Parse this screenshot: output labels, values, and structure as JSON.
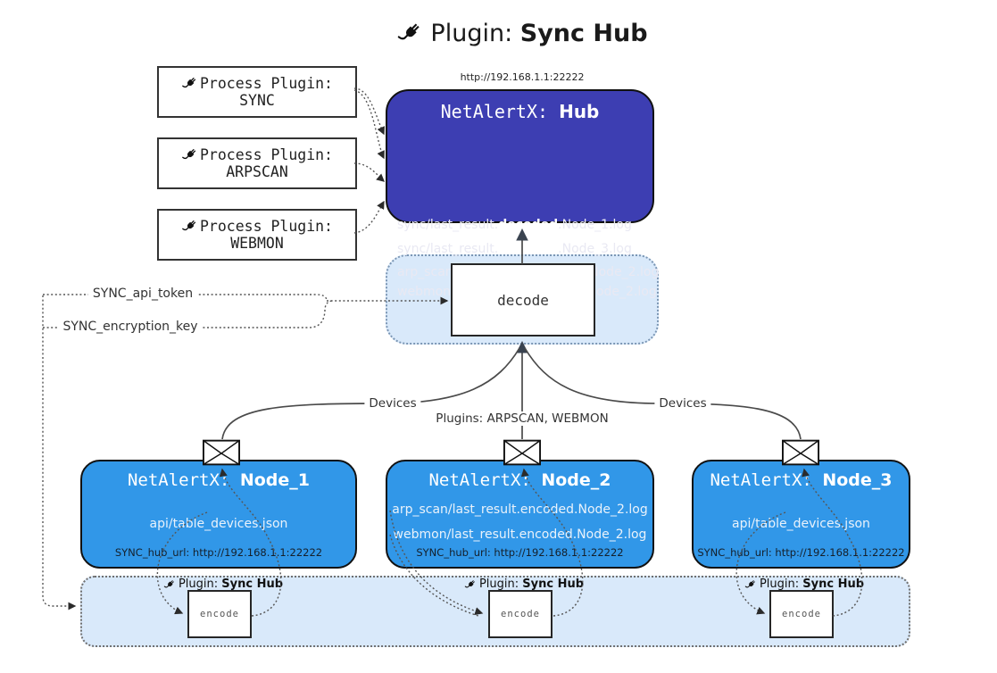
{
  "title": {
    "icon": "plug-icon",
    "pre": "Plugin: ",
    "bold": "Sync Hub"
  },
  "process_plugins": [
    {
      "label": "Process Plugin:",
      "name": "SYNC"
    },
    {
      "label": "Process Plugin:",
      "name": "ARPSCAN"
    },
    {
      "label": "Process Plugin:",
      "name": "WEBMON"
    }
  ],
  "hub": {
    "url": "http://192.168.1.1:22222",
    "title_pre": "NetAlertX: ",
    "title_bold": "Hub",
    "lines": [
      {
        "pre": "sync/last_result.",
        "bold": "decoded",
        "post": ".Node_1.log"
      },
      {
        "pre": "sync/last_result.",
        "bold": "decoded",
        "post": ".Node_3.log"
      },
      {
        "pre": "arp_scan/last_result.",
        "bold": "decoded",
        "post": ".Node_2.log"
      },
      {
        "pre": "webmon/last_result.",
        "bold": "decoded",
        "post": ".Node_2.log"
      }
    ]
  },
  "decode": {
    "label": "decode"
  },
  "config": {
    "api_token": "SYNC_api_token",
    "encryption_key": "SYNC_encryption_key"
  },
  "edges": {
    "devices_left": "Devices",
    "devices_right": "Devices",
    "plugins_center": "Plugins: ARPSCAN, WEBMON"
  },
  "nodes": [
    {
      "title_pre": "NetAlertX: ",
      "title_bold": "Node_1",
      "files": [
        "api/table_devices.json"
      ],
      "hub_url": "SYNC_hub_url: http://192.168.1.1:22222"
    },
    {
      "title_pre": "NetAlertX: ",
      "title_bold": "Node_2",
      "files": [
        "arp_scan/last_result.encoded.Node_2.log",
        "webmon/last_result.encoded.Node_2.log"
      ],
      "hub_url": "SYNC_hub_url: http://192.168.1.1:22222"
    },
    {
      "title_pre": "NetAlertX: ",
      "title_bold": "Node_3",
      "files": [
        "api/table_devices.json"
      ],
      "hub_url": "SYNC_hub_url: http://192.168.1.1:22222"
    }
  ],
  "encode_band": {
    "plugin_label_pre": "Plugin: ",
    "plugin_label_bold": "Sync Hub",
    "encode_label": "encode"
  },
  "icons": {
    "plug": "plug-icon",
    "envelope": "envelope-icon"
  },
  "colors": {
    "hub_bg": "#3d3eb2",
    "node_bg": "#3197e8",
    "panel_bg": "#d9e9fa"
  }
}
